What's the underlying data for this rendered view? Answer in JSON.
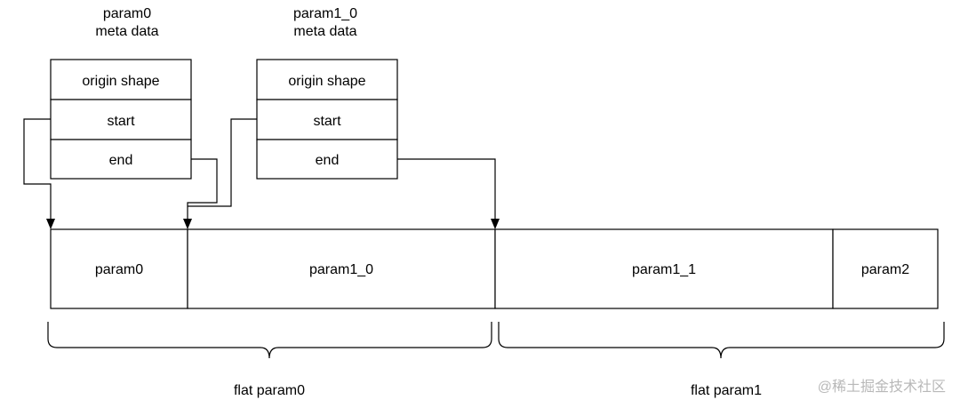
{
  "meta_blocks": [
    {
      "title_line1": "param0",
      "title_line2": "meta data",
      "rows": [
        "origin shape",
        "start",
        "end"
      ]
    },
    {
      "title_line1": "param1_0",
      "title_line2": "meta data",
      "rows": [
        "origin shape",
        "start",
        "end"
      ]
    }
  ],
  "flat_buffer": {
    "segments": [
      "param0",
      "param1_0",
      "param1_1",
      "param2"
    ]
  },
  "groups": [
    {
      "label": "flat param0"
    },
    {
      "label": "flat param1"
    }
  ],
  "watermark": "@稀土掘金技术社区"
}
